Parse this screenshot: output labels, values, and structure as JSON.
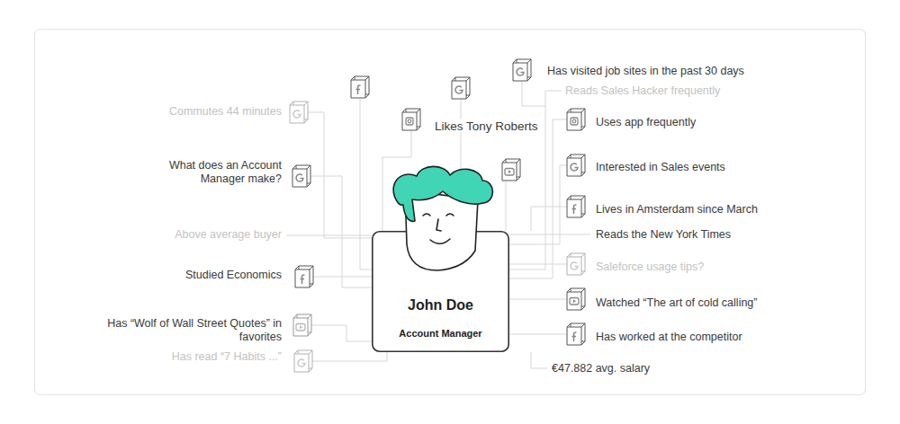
{
  "diagram": {
    "nodes": [
      {
        "text": [
          "John Doe",
          "Account Manager"
        ]
      }
    ],
    "labels": [
      "Has visited job sites in the past 30 days",
      "Reads Sales Hacker frequently",
      "Commutes 44 minutes",
      "Likes Tony Roberts",
      "Uses app frequently",
      "What does an Account Manager make?",
      "Interested in Sales events",
      "Lives in Amsterdam since March",
      "Above average buyer",
      "Reads the New York Times",
      "Studied Economics",
      "Saleforce usage tips?",
      "Has “Wolf of Wall Street Quotes” in favorites",
      "Watched “The art of cold calling”",
      "Has read “7 Habits ...”",
      "Has worked at the competitor",
      "€47.882 avg. salary"
    ]
  }
}
